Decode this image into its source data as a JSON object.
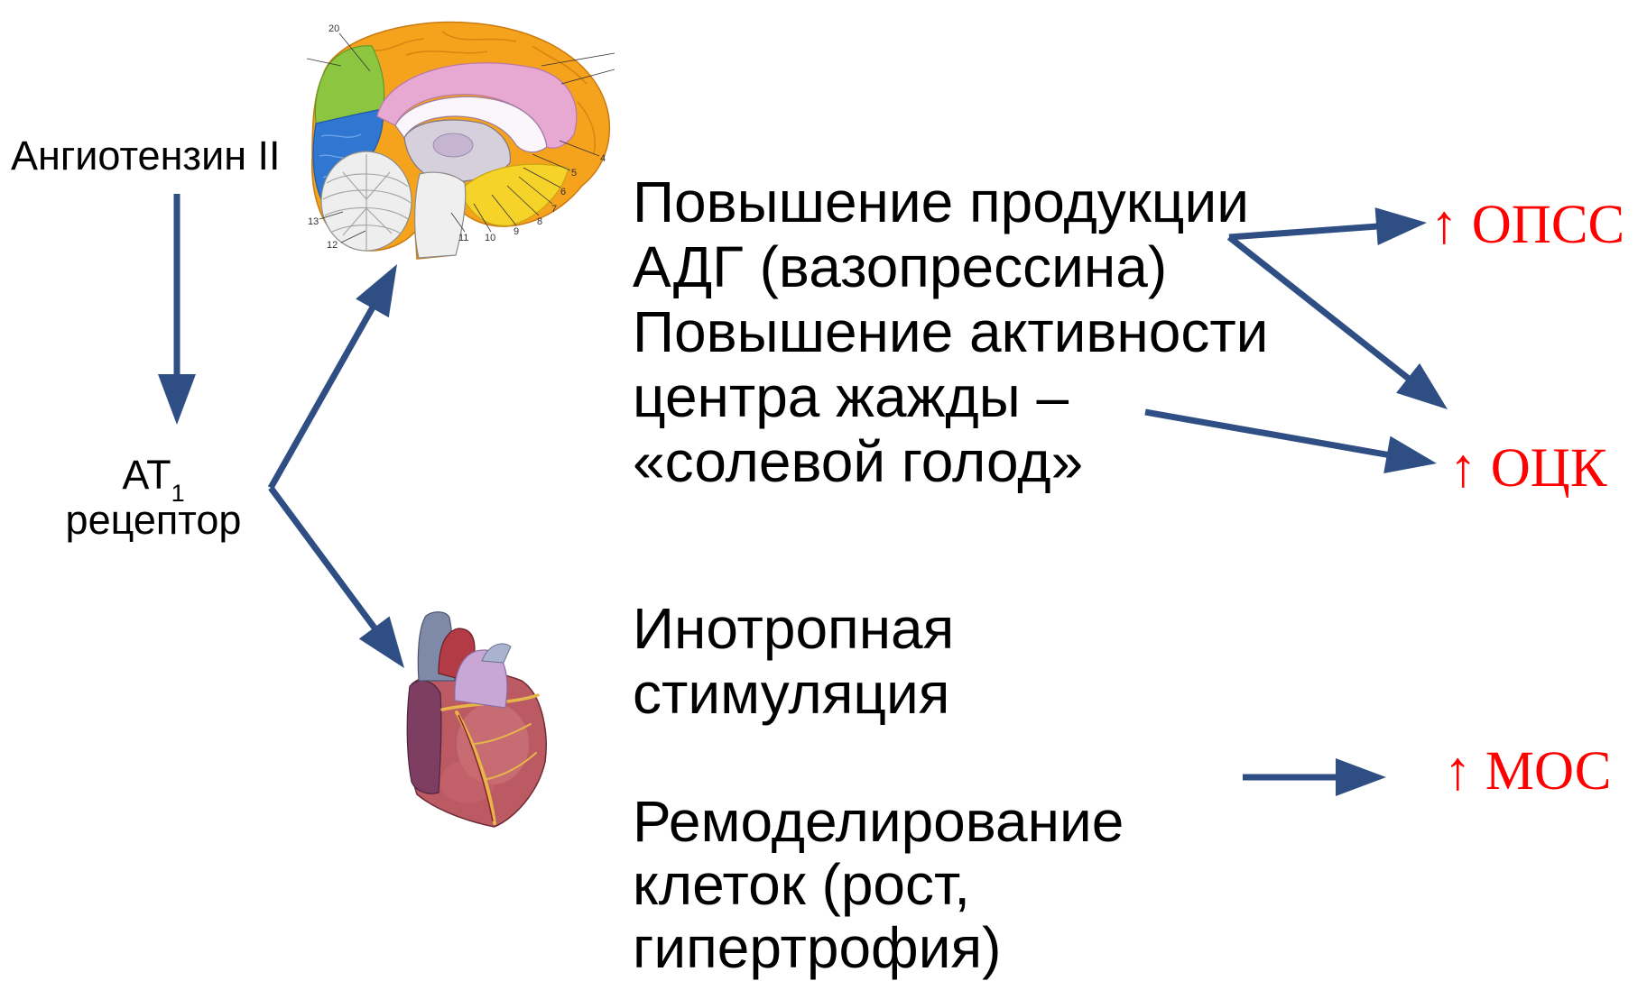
{
  "left": {
    "angiotensin_label": "Ангиотензин II",
    "receptor": {
      "name": "AT",
      "subscript": "1",
      "label": "рецептор"
    }
  },
  "brain_illustration": {
    "icon": "brain-sagittal-section",
    "labels": [
      "20",
      "13",
      "12",
      "11",
      "10",
      "9",
      "8",
      "7",
      "6",
      "5",
      "4"
    ]
  },
  "heart_illustration": {
    "icon": "heart"
  },
  "effects": {
    "brain": [
      "Повышение продукции",
      "АДГ (вазопрессина)",
      "Повышение активности",
      "центра жажды –",
      "«солевой голод»"
    ],
    "heart_inotropic": [
      "Инотропная",
      "стимуляция"
    ],
    "heart_remodeling": [
      "Ремоделирование",
      "клеток (рост,",
      "гипертрофия)"
    ]
  },
  "outcomes": {
    "opss": "↑ ОПСС",
    "ock": "↑ ОЦК",
    "mos": "↑ МОС"
  },
  "colors": {
    "arrow": "#2f4f84",
    "outcome": "#ff0000",
    "text": "#000000"
  }
}
